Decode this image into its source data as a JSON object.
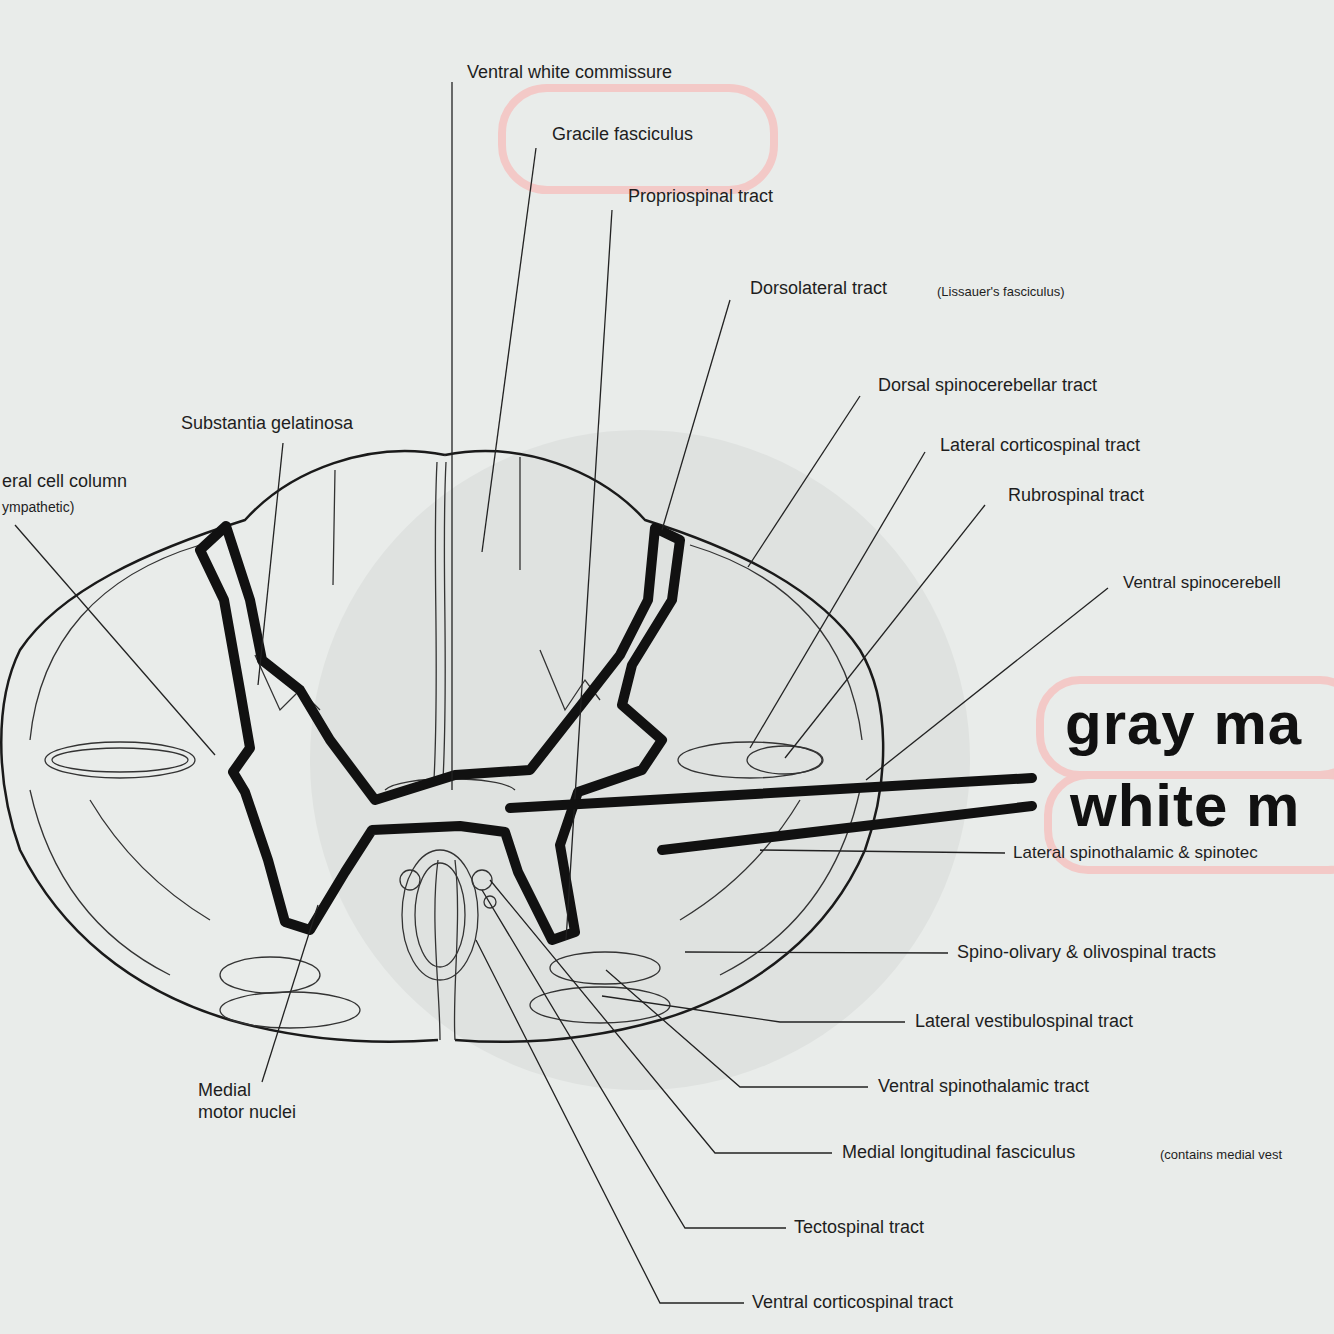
{
  "diagram": {
    "labels": [
      "Ventral white commissure",
      "Gracile fasciculus",
      "Propriospinal tract",
      "Dorsolateral tract",
      "(Lissauer's fasciculus)",
      "Dorsal spinocerebellar tract",
      "Lateral corticospinal tract",
      "Rubrospinal tract",
      "Ventral spinocerebell",
      "Substantia gelatinosa",
      "eral cell column",
      "ympathetic)",
      "gray ma",
      "white m",
      "Lateral spinothalamic & spinotec",
      "Spino-olivary & olivospinal tracts",
      "Lateral vestibulospinal tract",
      "Ventral spinothalamic tract",
      "Medial longitudinal fasciculus",
      "(contains medial vest",
      "Tectospinal tract",
      "Ventral corticospinal tract",
      "Medial motor nuclei"
    ]
  }
}
